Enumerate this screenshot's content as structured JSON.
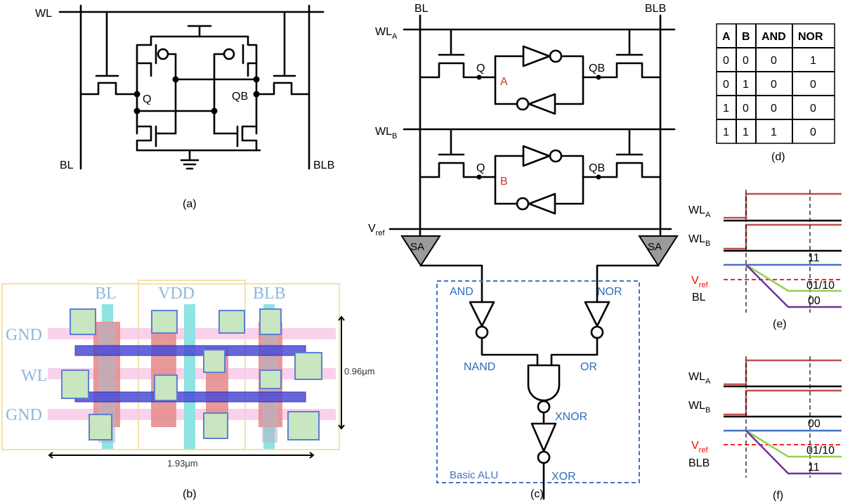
{
  "panels": {
    "a": {
      "caption": "(a)",
      "labels": {
        "wl": "WL",
        "bl": "BL",
        "blb": "BLB",
        "q": "Q",
        "qb": "QB"
      }
    },
    "b": {
      "caption": "(b)",
      "labels": {
        "bl": "BL",
        "vdd": "VDD",
        "blb": "BLB",
        "gnd_top": "GND",
        "wl": "WL",
        "gnd_bottom": "GND"
      },
      "height_dim": "0.96μm",
      "width_dim": "1.93μm"
    },
    "c": {
      "caption": "(c)",
      "labels": {
        "bl": "BL",
        "blb": "BLB",
        "wla_main": "WL",
        "wla_sub": "A",
        "wlb_main": "WL",
        "wlb_sub": "B",
        "q_a": "Q",
        "qb_a": "QB",
        "cell_a": "A",
        "q_b": "Q",
        "qb_b": "QB",
        "cell_b": "B",
        "vref_main": "V",
        "vref_sub": "ref",
        "sa_left": "SA",
        "sa_right": "SA",
        "and": "AND",
        "nor": "NOR",
        "nand": "NAND",
        "or": "OR",
        "xnor": "XNOR",
        "xor": "XOR",
        "alu": "Basic ALU"
      }
    },
    "d": {
      "caption": "(d)",
      "headers": [
        "A",
        "B",
        "AND",
        "NOR"
      ],
      "rows": [
        [
          "0",
          "0",
          "0",
          "1"
        ],
        [
          "0",
          "1",
          "0",
          "0"
        ],
        [
          "1",
          "0",
          "0",
          "0"
        ],
        [
          "1",
          "1",
          "1",
          "0"
        ]
      ]
    },
    "e": {
      "caption": "(e)",
      "wla_main": "WL",
      "wla_sub": "A",
      "wlb_main": "WL",
      "wlb_sub": "B",
      "vref_main": "V",
      "vref_sub": "ref",
      "line_label": "BL",
      "levels": [
        "11",
        "01/10",
        "00"
      ]
    },
    "f": {
      "caption": "(f)",
      "wla_main": "WL",
      "wla_sub": "A",
      "wlb_main": "WL",
      "wlb_sub": "B",
      "vref_main": "V",
      "vref_sub": "ref",
      "line_label": "BLB",
      "levels": [
        "00",
        "01/10",
        "11"
      ]
    }
  },
  "colors": {
    "wordline_pulse": "#c0504d",
    "level_high": "#4472c4",
    "level_mid": "#92d050",
    "level_low": "#7030a0",
    "vref": "#ff0000",
    "alu_border": "#4472c4",
    "logic_text": "#2a6fb8",
    "cell_text": "#c0392b"
  }
}
